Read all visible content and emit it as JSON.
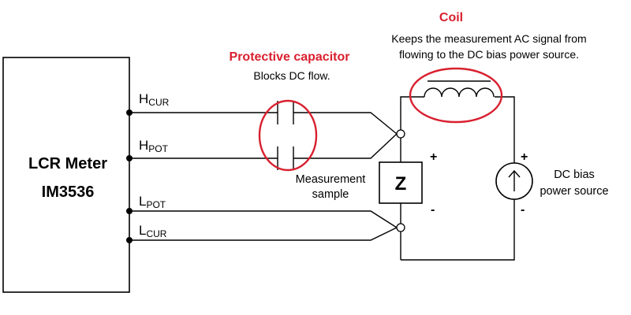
{
  "meter": {
    "line1": "LCR Meter",
    "line2": "IM3536"
  },
  "terminals": [
    {
      "main": "H",
      "sub": "CUR"
    },
    {
      "main": "H",
      "sub": "POT"
    },
    {
      "main": "L",
      "sub": "POT"
    },
    {
      "main": "L",
      "sub": "CUR"
    }
  ],
  "capacitor": {
    "title": "Protective capacitor",
    "desc": "Blocks DC flow."
  },
  "coil": {
    "title": "Coil",
    "desc_line1": "Keeps the measurement AC signal from",
    "desc_line2": "flowing to the DC bias power source."
  },
  "sample": {
    "symbol": "Z",
    "label_line1": "Measurement",
    "label_line2": "sample",
    "plus": "+",
    "minus": "-"
  },
  "source": {
    "label_line1": "DC bias",
    "label_line2": "power source",
    "plus": "+",
    "minus": "-"
  },
  "colors": {
    "highlight": "#d8202f",
    "line": "#000000"
  }
}
